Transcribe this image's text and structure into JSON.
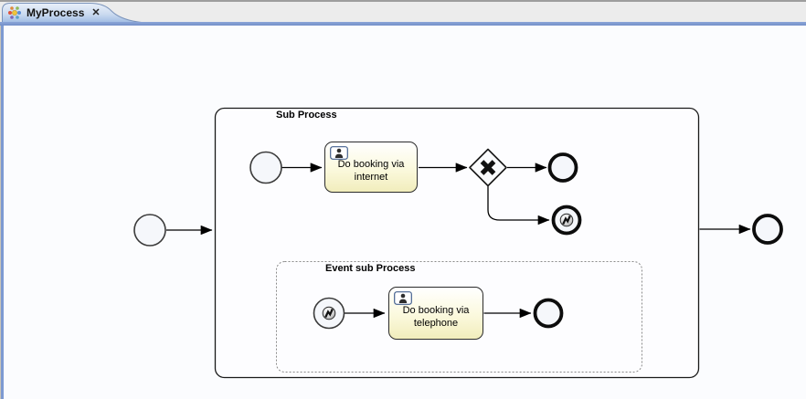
{
  "tab": {
    "title": "MyProcess",
    "close_glyph": "✕"
  },
  "diagram": {
    "subprocess": {
      "label": "Sub Process"
    },
    "event_subprocess": {
      "label": "Event sub Process"
    },
    "tasks": {
      "internet": {
        "label": "Do booking via internet",
        "type": "user-task"
      },
      "telephone": {
        "label": "Do booking via telephone",
        "type": "user-task"
      }
    },
    "gateway": {
      "type": "exclusive-xor"
    },
    "events": {
      "outer_start": "start-event",
      "outer_end": "end-event",
      "inner_start": "start-event",
      "inner_end_plain": "end-event",
      "inner_end_error": "error-end-event",
      "esp_start_error": "error-start-event",
      "esp_end": "end-event"
    }
  },
  "icons": {
    "tab_icon": "process-diagram-icon",
    "close": "close-icon",
    "user_task": "user-icon",
    "error_event": "error-icon",
    "gateway_marker": "x-marker-icon"
  },
  "colors": {
    "accent_bar": "#7d9ad2",
    "canvas_bg": "#fbfcfe",
    "task_fill_bottom": "#f1edbc",
    "shape_stroke": "#1a1a1a",
    "tab_gradient_top": "#e9f0fa",
    "tab_gradient_bottom": "#9fbbe3"
  }
}
